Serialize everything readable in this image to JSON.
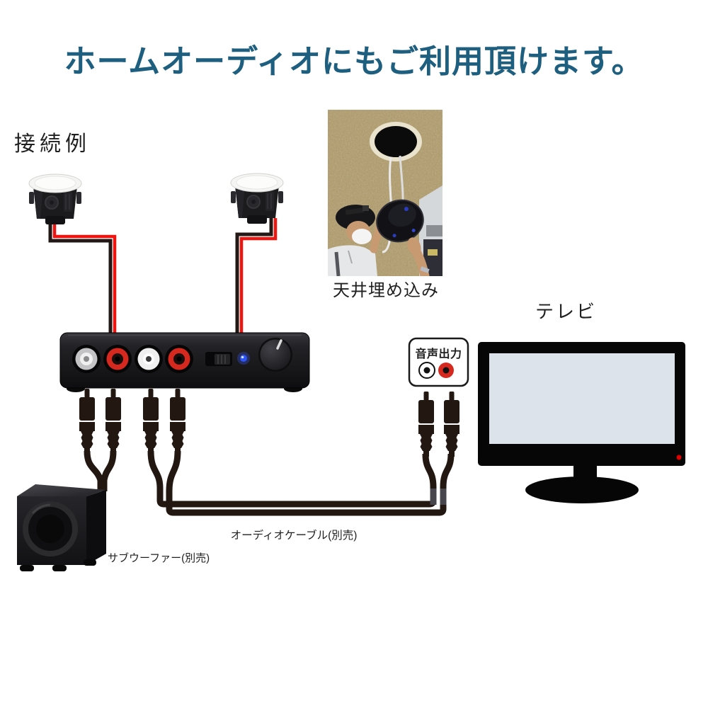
{
  "title": {
    "text": "ホームオーディオにもご利用頂けます。",
    "color": "#1e5f80"
  },
  "labels": {
    "connection_example": "接続例",
    "ceiling_install_caption": "天井埋め込み",
    "tv": "テレビ",
    "audio_output": "音声出力",
    "audio_cable": "オーディオケーブル(別売)",
    "subwoofer": "サブウーファー(別売)"
  },
  "colors": {
    "background": "#ffffff",
    "title_text": "#1e5f80",
    "label_text": "#1f1f1f",
    "speaker_wire_red": "#ee1511",
    "speaker_wire_black": "#231815",
    "audio_cable": "#231712",
    "amp_body_dark": "#1d1d20",
    "rca_jack_red": "#d5281e",
    "rca_jack_white": "#f0f0f0",
    "power_led_blue": "#2e55f5",
    "tv_screen": "#dce3ea",
    "tv_power_led_red": "#e00000"
  }
}
